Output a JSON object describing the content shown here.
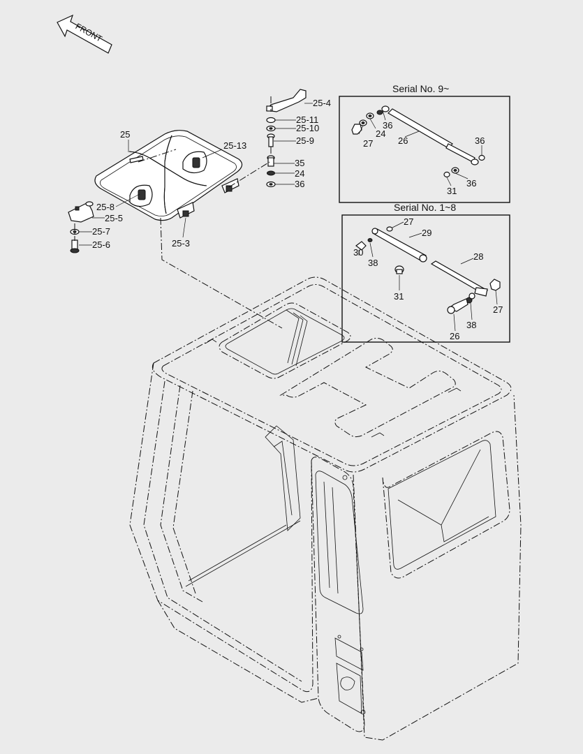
{
  "front_arrow": {
    "label": "FRONT"
  },
  "boxes": {
    "serial_new": {
      "title": "Serial No. 9~"
    },
    "serial_old": {
      "title": "Serial No. 1~8"
    }
  },
  "labels": {
    "l_25_4": "25-4",
    "l_25_11": "25-11",
    "l_25_10": "25-10",
    "l_25_9": "25-9",
    "l_25": "25",
    "l_25_13": "25-13",
    "l_35": "35",
    "l_24": "24",
    "l_36": "36",
    "l_25_8": "25-8",
    "l_25_5": "25-5",
    "l_25_7": "25-7",
    "l_25_6": "25-6",
    "l_25_3": "25-3",
    "n_36a": "36",
    "n_24": "24",
    "n_27": "27",
    "n_26": "26",
    "n_36b": "36",
    "n_36c": "36",
    "n_31": "31",
    "o_27a": "27",
    "o_29": "29",
    "o_30": "30",
    "o_38a": "38",
    "o_28": "28",
    "o_31": "31",
    "o_27b": "27",
    "o_38b": "38",
    "o_26": "26"
  }
}
